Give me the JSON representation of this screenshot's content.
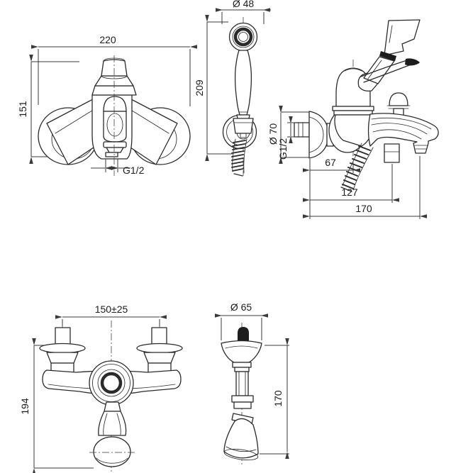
{
  "colors": {
    "line": "#2b2b2b",
    "dim": "#3a3a3a",
    "bg": "#ffffff"
  },
  "dims": {
    "front": {
      "width": "220",
      "height": "151",
      "outlet_thread": "G1/2"
    },
    "shower": {
      "head_diameter": "Ø 48",
      "height": "209"
    },
    "side": {
      "flange_diameter": "Ø 70",
      "inlet_thread": "G1/2",
      "wall_to_hose_center": "67",
      "wall_to_diverter": "127",
      "wall_to_spout_end": "170"
    },
    "rear": {
      "union_spacing": "150±25",
      "height": "194"
    },
    "side_small": {
      "flange_diameter": "Ø 65",
      "height": "170"
    }
  }
}
